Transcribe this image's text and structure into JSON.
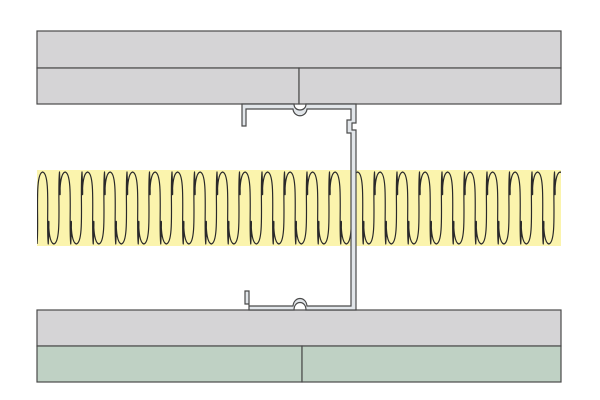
{
  "diagram": {
    "type": "wall-section-detail",
    "elements": [
      {
        "name": "top-board-outer",
        "material": "plasterboard"
      },
      {
        "name": "top-board-inner-left",
        "material": "plasterboard"
      },
      {
        "name": "top-board-inner-right",
        "material": "plasterboard"
      },
      {
        "name": "steel-c-stud",
        "material": "steel"
      },
      {
        "name": "insulation-layer",
        "material": "mineral-wool"
      },
      {
        "name": "bottom-board-inner",
        "material": "plasterboard"
      },
      {
        "name": "bottom-board-outer-left",
        "material": "moisture-resistant-board"
      },
      {
        "name": "bottom-board-outer-right",
        "material": "moisture-resistant-board"
      }
    ],
    "colors": {
      "plasterboard": "#d5d4d6",
      "moisture_board": "#bfd1c4",
      "insulation": "#fbf4ad",
      "steel_fill": "#e2e6ea",
      "steel_stroke": "#4a4a4a",
      "outline": "#4a4a4a"
    }
  }
}
